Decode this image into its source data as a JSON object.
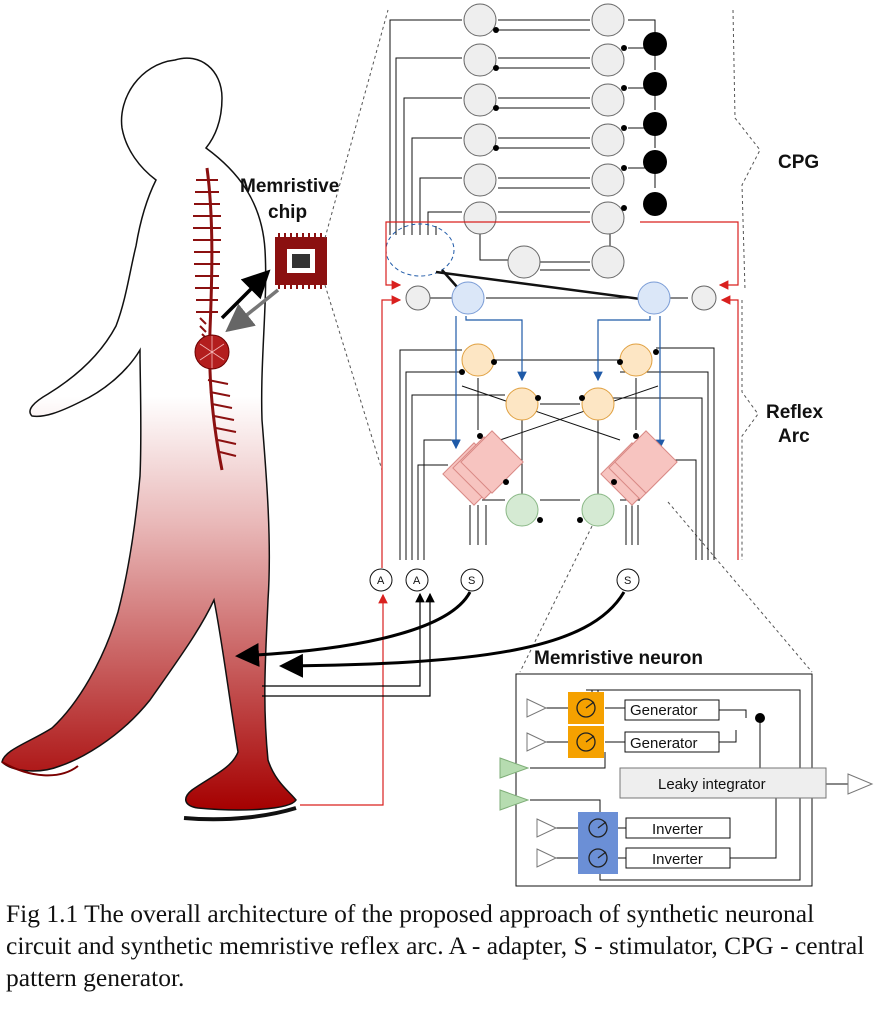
{
  "labels": {
    "memristive_chip": [
      "Memristive",
      "chip"
    ],
    "cpg": "CPG",
    "reflex_arc": [
      "Reflex",
      "Arc"
    ],
    "memristive_neuron": "Memristive neuron",
    "generator_1": "Generator",
    "generator_2": "Generator",
    "leaky_integrator": "Leaky integrator",
    "inverter_1": "Inverter",
    "inverter_2": "Inverter",
    "adapter_1": "A",
    "adapter_2": "A",
    "stimulator_1": "S",
    "stimulator_2": "S"
  },
  "caption": "Fig 1.1 The overall architecture of the proposed approach of synthetic neuronal circuit and synthetic memristive reflex arc. A - adapter, S - stimulator, CPG - central pattern generator.",
  "colors": {
    "body_top": "#ffffff",
    "body_bottom": "#a00000",
    "spine": "#8b1010",
    "generator_block": "#f5a100",
    "inverter_block": "#6b8fd6",
    "cpg_neuron": "#eeeeee",
    "inhibitory_neuron": "#000000",
    "interneuron_blue": "#dbe7f8",
    "interneuron_orange": "#fde6c4",
    "motor_pool_pink": "#f7c4c0",
    "green_neuron": "#d5ead3",
    "input_triangle_green": "#b6dcb0",
    "afferent_line": "#d9201e",
    "efferent_line": "#1f5aa8"
  }
}
